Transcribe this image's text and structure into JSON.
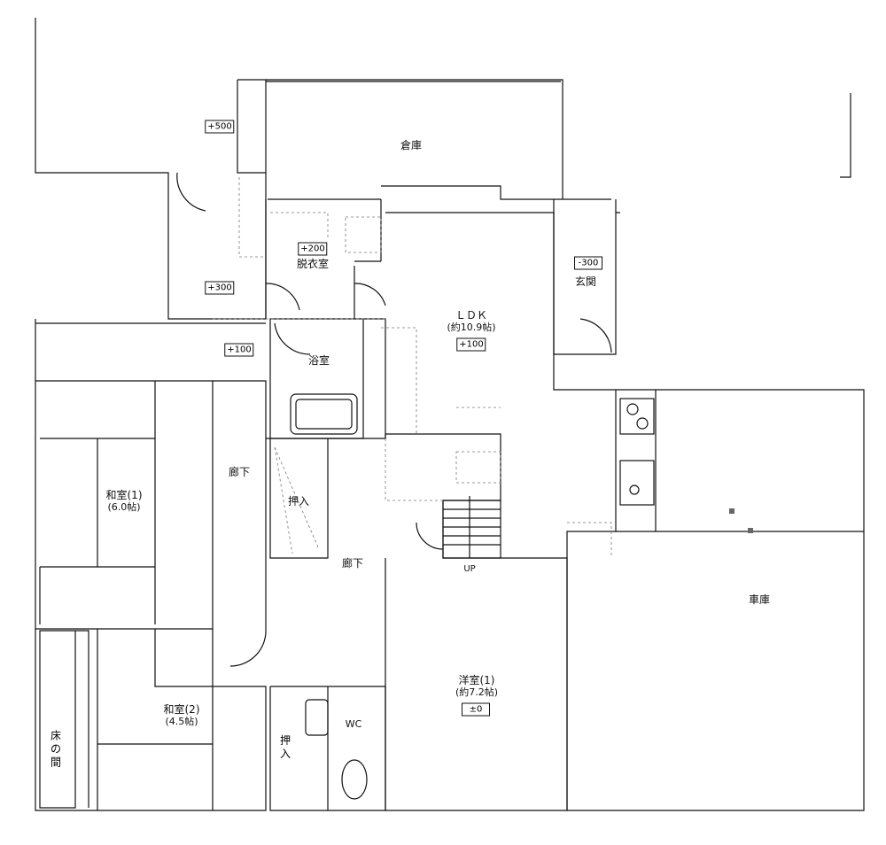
{
  "rooms": {
    "storage": "倉庫",
    "dressing": "脱衣室",
    "entrance": "玄関",
    "ldk": "ＬＤＫ",
    "ldk_size": "(約10.9帖)",
    "bath": "浴室",
    "washitsu1": "和室(1)",
    "washitsu1_size": "(6.0帖)",
    "hallway1": "廊下",
    "hallway2": "廊下",
    "closet1": "押入",
    "closet2": "押入",
    "washitsu2": "和室(2)",
    "washitsu2_size": "(4.5帖)",
    "tokonoma": "床の間",
    "wc": "WC",
    "yoshitsu1": "洋室(1)",
    "yoshitsu1_size": "(約7.2帖)",
    "garage": "車庫",
    "stairs_up": "UP"
  },
  "levels": {
    "upper_left": "+500",
    "dressing": "+200",
    "left_mid": "+300",
    "entrance": "-300",
    "ldk": "+100",
    "hall": "+100",
    "yoshitsu": "±0"
  }
}
